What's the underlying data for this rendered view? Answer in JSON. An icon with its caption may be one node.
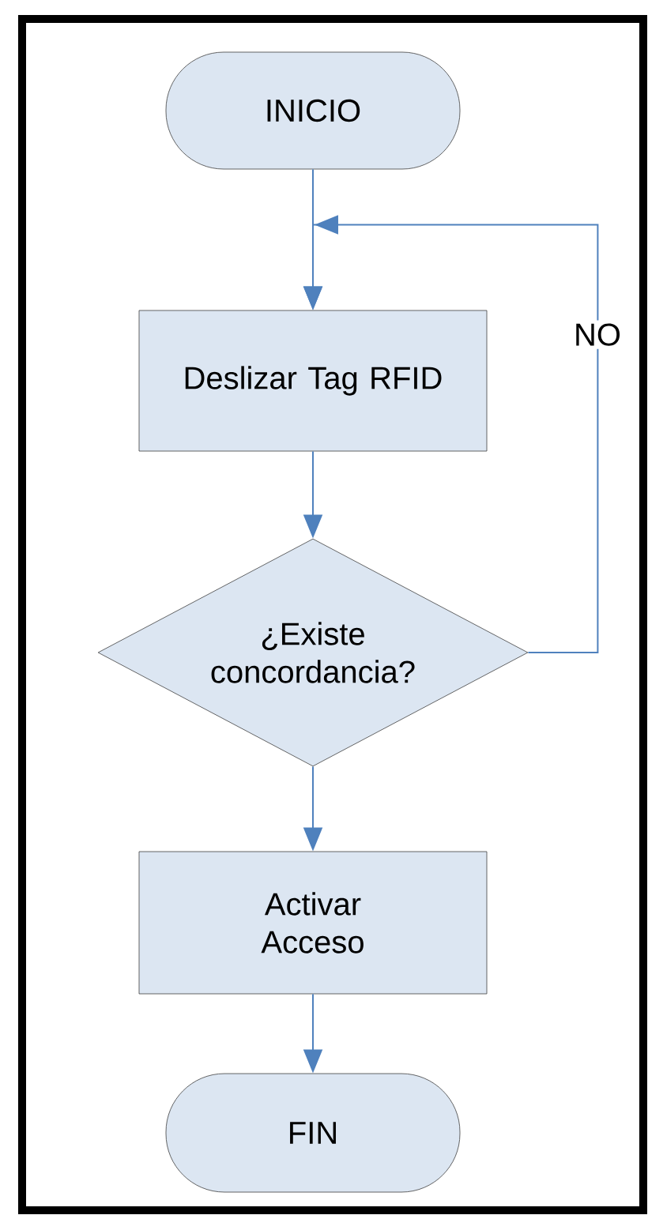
{
  "diagram": {
    "nodes": [
      {
        "text": [
          "INICIO"
        ]
      },
      {
        "text": [
          "Deslizar Tag RFID"
        ]
      },
      {
        "text": [
          "¿Existe concordancia?"
        ]
      },
      {
        "text": [
          "Activar Acceso"
        ]
      },
      {
        "text": [
          "FIN"
        ]
      }
    ],
    "edges": [
      {
        "from": 0,
        "to": 1,
        "arrow": "to"
      },
      {
        "from": 1,
        "to": 2,
        "arrow": "to"
      },
      {
        "from": 2,
        "to": 1,
        "arrow": "to",
        "label": "NO"
      },
      {
        "from": 2,
        "to": 3,
        "arrow": "to"
      },
      {
        "from": 3,
        "to": 4,
        "arrow": "to"
      }
    ]
  }
}
